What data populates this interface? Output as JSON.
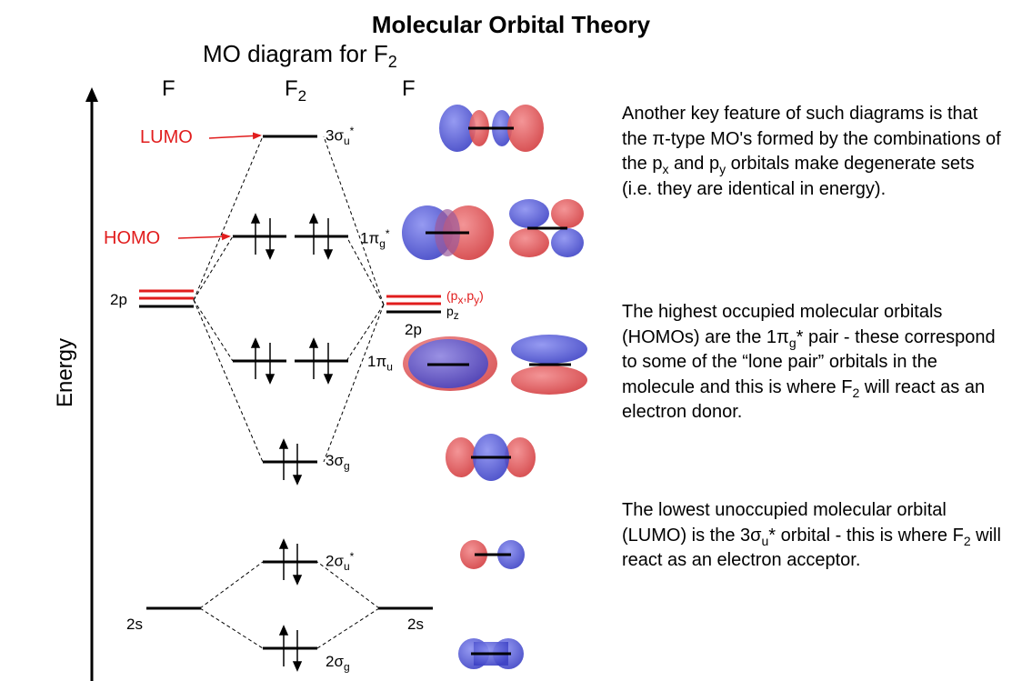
{
  "title": "Molecular Orbital Theory",
  "subtitle": "MO diagram for F",
  "subtitle_sub": "2",
  "headers": {
    "left": "F",
    "middle": "F",
    "middle_sub": "2",
    "right": "F"
  },
  "axis_label": "Energy",
  "pointer_labels": {
    "lumo": "LUMO",
    "homo": "HOMO"
  },
  "atomic_labels": {
    "left_2p": "2p",
    "right_2p": "2p",
    "left_2s": "2s",
    "right_2s": "2s",
    "pxpy": "(p",
    "pxpy_x": "x",
    "pxpy_comma": ",p",
    "pxpy_y": "y",
    "pxpy_close": ")",
    "pz": "p",
    "pz_sub": "z"
  },
  "mo_labels": {
    "s3u": {
      "num": "3σ",
      "sub": "u",
      "sup": "*"
    },
    "p1g": {
      "num": "1π",
      "sub": "g",
      "sup": "*"
    },
    "p1u": {
      "num": "1π",
      "sub": "u"
    },
    "s3g": {
      "num": "3σ",
      "sub": "g"
    },
    "s2u": {
      "num": "2σ",
      "sub": "u",
      "sup": "*"
    },
    "s2g": {
      "num": "2σ",
      "sub": "g"
    }
  },
  "paragraphs": {
    "p1": {
      "a": "Another key feature of such diagrams is that the π-type MO's formed by the combinations of the p",
      "b": "x",
      "c": " and p",
      "d": "y",
      "e": " orbitals make degenerate sets (i.e. they are identical in energy)."
    },
    "p2": {
      "a": "The highest occupied molecular orbitals (HOMOs) are the 1π",
      "b": "g",
      "c": "* pair - these correspond to some of the “lone pair” orbitals in the molecule and this is where F",
      "d": "2",
      "e": " will react as an electron donor."
    },
    "p3": {
      "a": "The lowest unoccupied molecular orbital (LUMO) is the 3σ",
      "b": "u",
      "c": "* orbital - this is where F",
      "d": "2",
      "e": " will react as an electron acceptor."
    }
  },
  "colors": {
    "red": "#e11d1d",
    "lobe_blue": "#4a4fd6",
    "lobe_red": "#e0474a",
    "line": "#000000"
  }
}
